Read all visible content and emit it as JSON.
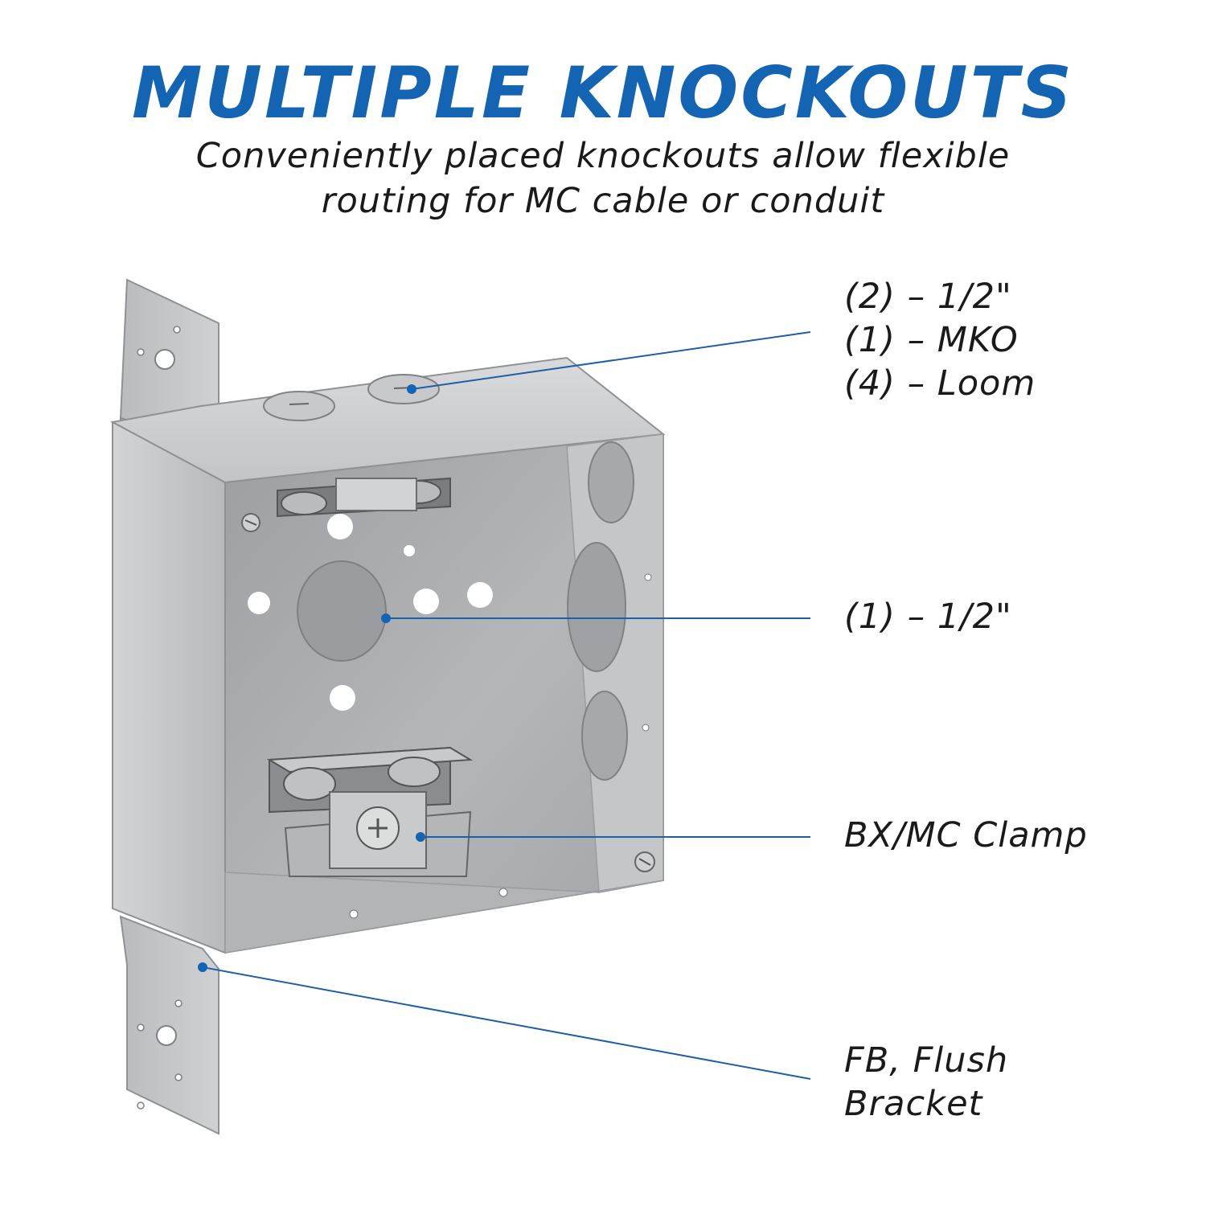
{
  "header": {
    "title": "MULTIPLE KNOCKOUTS",
    "subtitle_line1": "Conveniently placed knockouts allow flexible",
    "subtitle_line2": "routing for MC cable or conduit"
  },
  "callouts": {
    "top": {
      "line1": "(2) – 1/2\"",
      "line2": "(1) – MKO",
      "line3": "(4) – Loom"
    },
    "middle": {
      "line1": "(1) – 1/2\""
    },
    "clamp": {
      "line1": "BX/MC Clamp"
    },
    "bracket": {
      "line1": "FB, Flush",
      "line2": "Bracket"
    }
  },
  "colors": {
    "accent": "#1464b4",
    "text": "#1a1a1a",
    "leader": "#1f5fa6",
    "metal_light": "#c9cacb",
    "metal_mid": "#a9abad",
    "metal_dark": "#8a8c8f"
  }
}
